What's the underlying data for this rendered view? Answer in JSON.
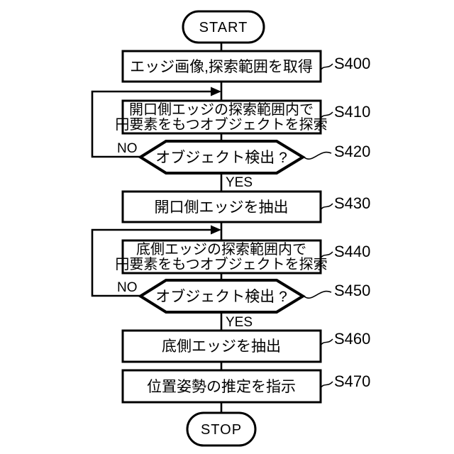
{
  "figure": {
    "background_color": "#ffffff",
    "stroke_color": "#000000",
    "terminators": {
      "start": {
        "text": "START"
      },
      "stop": {
        "text": "STOP"
      }
    },
    "steps": {
      "s400": {
        "id": "S400",
        "lines": [
          "エッジ画像,探索範囲を取得"
        ]
      },
      "s410": {
        "id": "S410",
        "lines": [
          "開口側エッジの探索範囲内で",
          "円要素をもつオブジェクトを探索"
        ]
      },
      "s420": {
        "id": "S420",
        "question": "オブジェクト検出 ?",
        "no_label": "NO",
        "yes_label": "YES"
      },
      "s430": {
        "id": "S430",
        "lines": [
          "開口側エッジを抽出"
        ]
      },
      "s440": {
        "id": "S440",
        "lines": [
          "底側エッジの探索範囲内で",
          "円要素をもつオブジェクトを探索"
        ]
      },
      "s450": {
        "id": "S450",
        "question": "オブジェクト検出 ?",
        "no_label": "NO",
        "yes_label": "YES"
      },
      "s460": {
        "id": "S460",
        "lines": [
          "底側エッジを抽出"
        ]
      },
      "s470": {
        "id": "S470",
        "lines": [
          "位置姿勢の推定を指示"
        ]
      }
    }
  }
}
